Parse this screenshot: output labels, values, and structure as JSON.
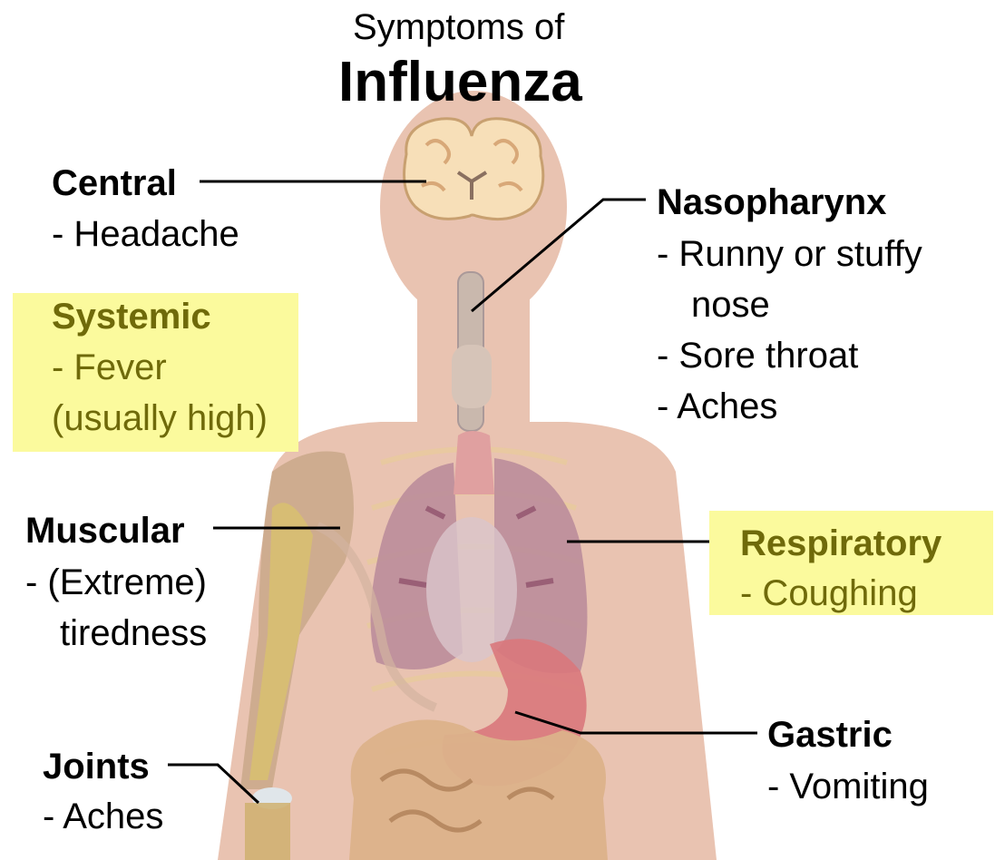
{
  "title": {
    "line1": "Symptoms of",
    "line2": "Influenza"
  },
  "colors": {
    "background": "#ffffff",
    "body": "#e9c3b1",
    "highlight": "#fbfa9d",
    "highlight_text": "#6f6a0a",
    "text": "#000000",
    "leader_line": "#000000"
  },
  "labels": {
    "central": {
      "heading": "Central",
      "symptoms": [
        "- Headache"
      ]
    },
    "nasopharynx": {
      "heading": "Nasopharynx",
      "symptoms": [
        "- Runny or stuffy",
        "nose",
        "- Sore throat",
        "- Aches"
      ]
    },
    "systemic": {
      "heading": "Systemic",
      "symptoms": [
        "- Fever",
        "(usually high)"
      ],
      "highlighted": true
    },
    "muscular": {
      "heading": "Muscular",
      "symptoms": [
        "- (Extreme)",
        "tiredness"
      ]
    },
    "respiratory": {
      "heading": "Respiratory",
      "symptoms": [
        "- Coughing"
      ],
      "highlighted": true
    },
    "joints": {
      "heading": "Joints",
      "symptoms": [
        "- Aches"
      ]
    },
    "gastric": {
      "heading": "Gastric",
      "symptoms": [
        "- Vomiting"
      ]
    }
  },
  "icons": {
    "brain": "brain-icon",
    "throat": "trachea-icon",
    "lungs": "lungs-icon",
    "stomach": "stomach-icon",
    "intestines": "intestines-icon",
    "arm": "arm-muscle-icon",
    "joint": "elbow-joint-icon"
  }
}
